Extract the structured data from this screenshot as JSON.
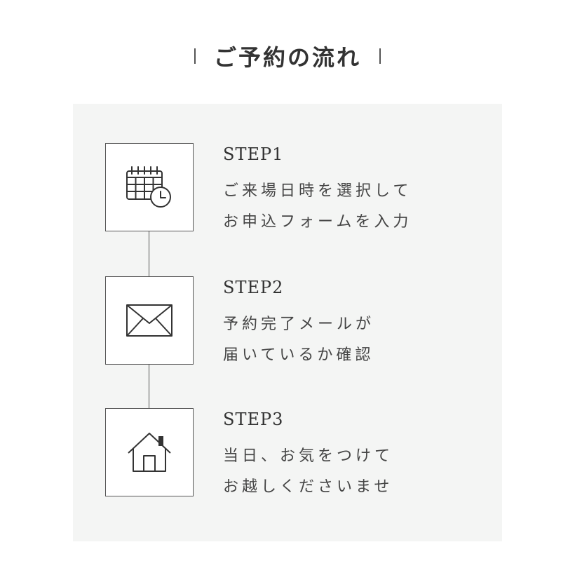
{
  "heading": {
    "title": "ご予約の流れ"
  },
  "steps": [
    {
      "label": "STEP1",
      "line1": "ご来場日時を選択して",
      "line2": "お申込フォームを入力",
      "icon": "calendar-clock-icon"
    },
    {
      "label": "STEP2",
      "line1": "予約完了メールが",
      "line2": "届いているか確認",
      "icon": "envelope-icon"
    },
    {
      "label": "STEP3",
      "line1": "当日、お気をつけて",
      "line2": "お越しくださいませ",
      "icon": "house-icon"
    }
  ],
  "colors": {
    "panel_background": "#f4f5f4",
    "line": "#555555",
    "text": "#333333"
  }
}
